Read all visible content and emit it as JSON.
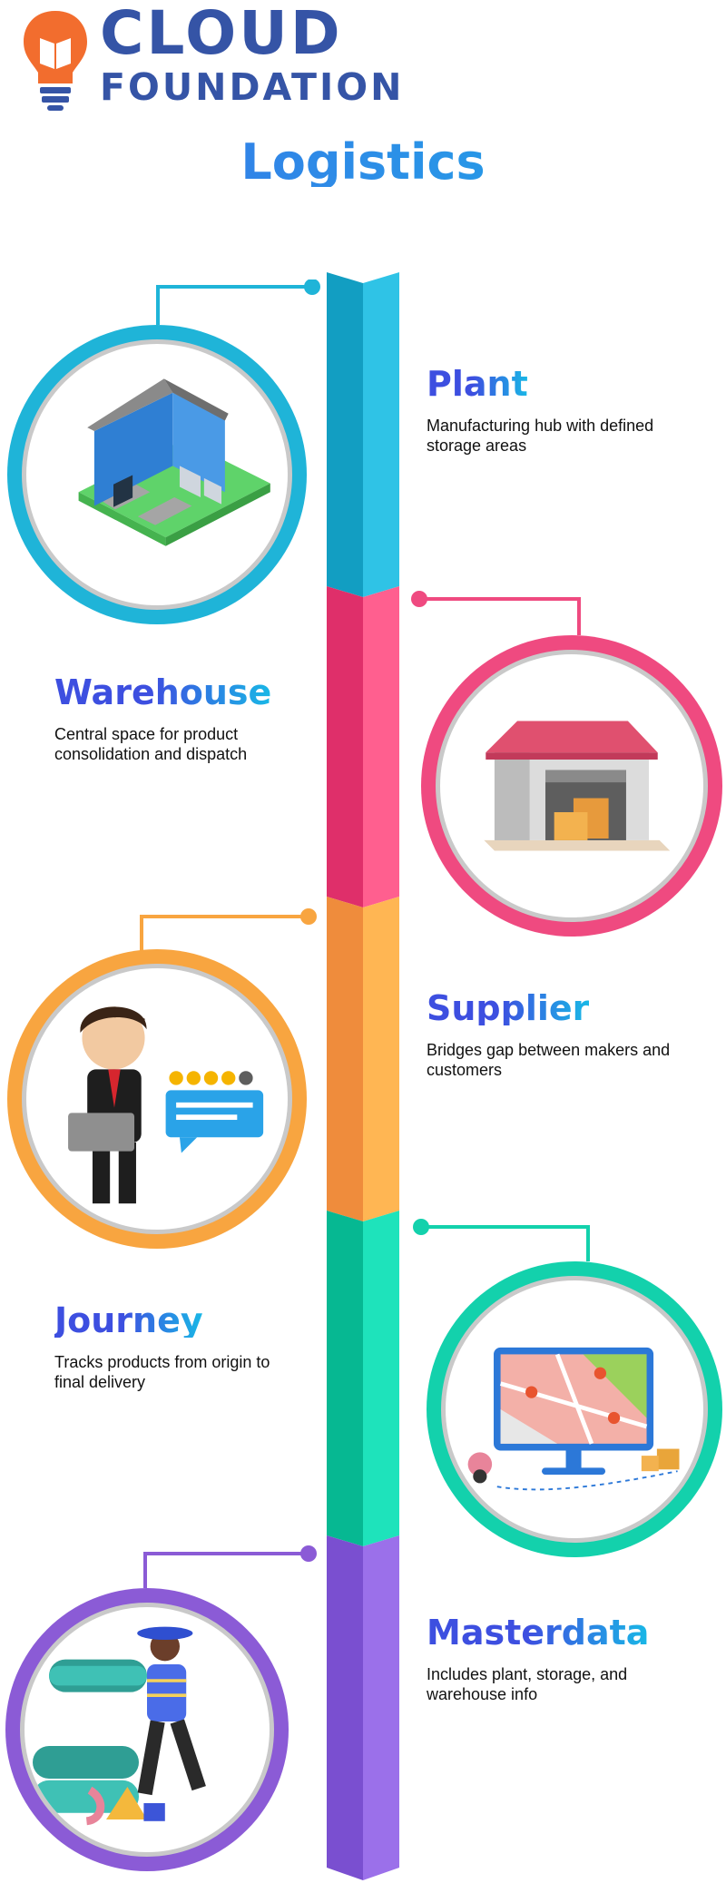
{
  "brand": {
    "line1": "CLOUD",
    "line2": "FOUNDATION",
    "icon": "lightbulb-book-icon",
    "color": "#3554a6",
    "accent": "#f26d2e"
  },
  "page": {
    "title": "Logistics"
  },
  "sections": [
    {
      "title": "Plant",
      "description": "Manufacturing hub with defined storage areas",
      "color": "#1fb4d8",
      "illustration": "building-icon"
    },
    {
      "title": "Warehouse",
      "description": "Central space for product consolidation and dispatch",
      "color": "#ef4a80",
      "illustration": "warehouse-icon"
    },
    {
      "title": "Supplier",
      "description": "Bridges gap between makers and customers",
      "color": "#f8a540",
      "illustration": "businessman-icon"
    },
    {
      "title": "Journey",
      "description": "Tracks products from origin to final delivery",
      "color": "#13d1ac",
      "illustration": "map-monitor-icon"
    },
    {
      "title": "Masterdata",
      "description": "Includes plant, storage, and warehouse info",
      "color": "#8b5bd6",
      "illustration": "database-person-icon"
    }
  ]
}
